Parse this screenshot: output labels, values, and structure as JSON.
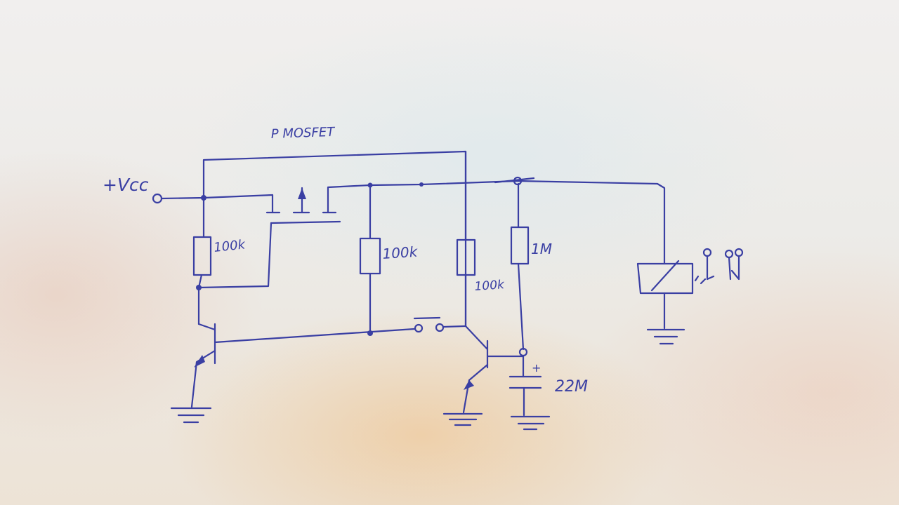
{
  "diagram": {
    "ink_color": "#3a3fa3",
    "labels": {
      "supply": "+Vcc",
      "mosfet": "P MOSFET",
      "r1": "100k",
      "r2": "100k",
      "r3": "100k",
      "r4": "1M",
      "capacitor": "22M",
      "cap_polarity": "+"
    }
  }
}
